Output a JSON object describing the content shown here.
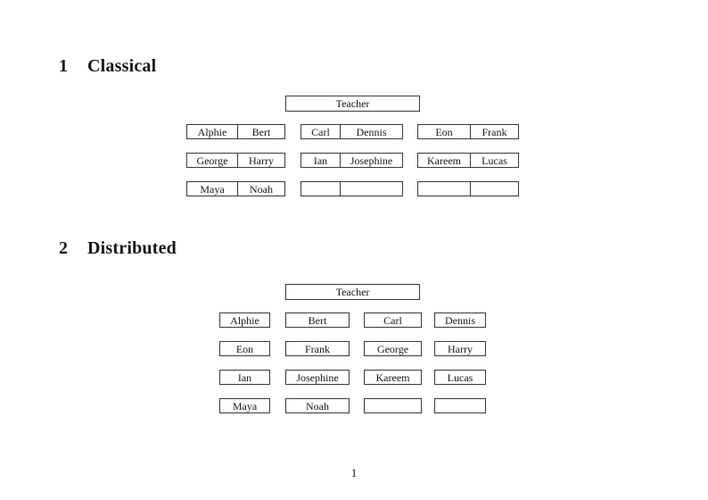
{
  "page": {
    "number": "1",
    "background": "#ffffff",
    "ink_color": "#161616",
    "border_color": "#3a3a3a"
  },
  "sections": {
    "classical": {
      "number": "1",
      "title": "Classical",
      "teacher": "Teacher",
      "rows": [
        {
          "desks": [
            {
              "seats": [
                "Alphie",
                "Bert"
              ]
            },
            {
              "seats": [
                "Carl",
                "Dennis"
              ]
            },
            {
              "seats": [
                "Eon",
                "Frank"
              ]
            }
          ]
        },
        {
          "desks": [
            {
              "seats": [
                "George",
                "Harry"
              ]
            },
            {
              "seats": [
                "Ian",
                "Josephine"
              ]
            },
            {
              "seats": [
                "Kareem",
                "Lucas"
              ]
            }
          ]
        },
        {
          "desks": [
            {
              "seats": [
                "Maya",
                "Noah"
              ]
            },
            {
              "seats": [
                "",
                ""
              ]
            },
            {
              "seats": [
                "",
                ""
              ]
            }
          ]
        }
      ]
    },
    "distributed": {
      "number": "2",
      "title": "Distributed",
      "teacher": "Teacher",
      "rows": [
        [
          "Alphie",
          "Bert",
          "Carl",
          "Dennis"
        ],
        [
          "Eon",
          "Frank",
          "George",
          "Harry"
        ],
        [
          "Ian",
          "Josephine",
          "Kareem",
          "Lucas"
        ],
        [
          "Maya",
          "Noah",
          "",
          ""
        ]
      ]
    }
  }
}
